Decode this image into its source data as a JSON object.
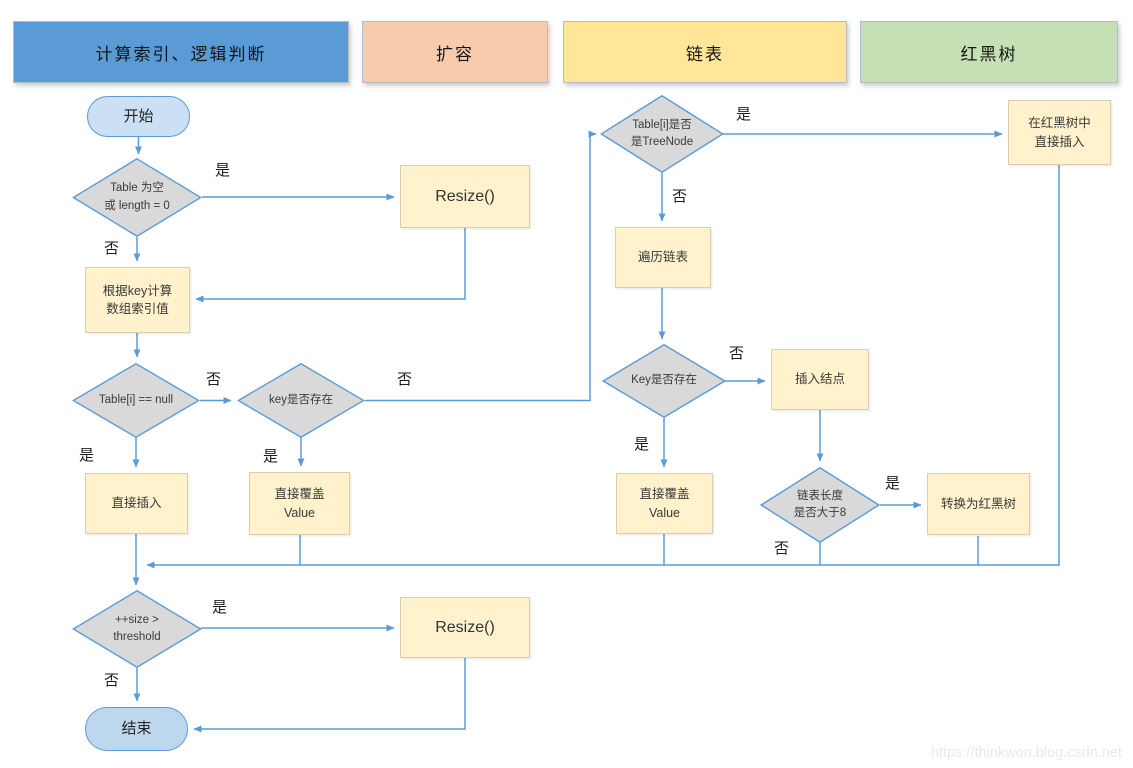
{
  "headers": [
    {
      "label": "计算索引、逻辑判断",
      "fill": "#5b9bd5"
    },
    {
      "label": "扩容",
      "fill": "#f8cbad"
    },
    {
      "label": "链表",
      "fill": "#ffe699"
    },
    {
      "label": "红黑树",
      "fill": "#c5e0b4"
    }
  ],
  "nodes": {
    "start": {
      "label": "开始"
    },
    "check_table_empty": {
      "label": "Table 为空\n或 length = 0"
    },
    "resize_top": {
      "label": "Resize()"
    },
    "calc_index": {
      "label": "根据key计算\n数组索引值"
    },
    "check_table_i_null": {
      "label": "Table[i] == null"
    },
    "check_key_exists_left": {
      "label": "key是否存在"
    },
    "direct_insert": {
      "label": "直接插入"
    },
    "overwrite_value_left": {
      "label": "直接覆盖\nValue"
    },
    "check_treenode": {
      "label": "Table[i]是否\n是TreeNode"
    },
    "rb_tree_insert": {
      "label": "在红黑树中\n直接插入"
    },
    "traverse_list": {
      "label": "遍历链表"
    },
    "check_key_exists_right": {
      "label": "Key是否存在"
    },
    "insert_node": {
      "label": "插入结点"
    },
    "overwrite_value_right": {
      "label": "直接覆盖\nValue"
    },
    "check_list_length": {
      "label": "链表长度\n是否大于8"
    },
    "convert_rb_tree": {
      "label": "转换为红黑树"
    },
    "check_size_threshold": {
      "label": "++size >\nthreshold"
    },
    "resize_bottom": {
      "label": "Resize()"
    },
    "end": {
      "label": "结束"
    }
  },
  "edge_labels": {
    "yes": "是",
    "no": "否"
  },
  "watermark": "https://thinkwon.blog.csdn.net",
  "colors": {
    "connector": "#5b9bd5",
    "decision_fill": "#d9d9d9",
    "decision_stroke": "#5b9bd5",
    "process_fill": "#fff2cc",
    "process_border": "#d8cfae",
    "terminal_start_fill": "#cbe0f4",
    "terminal_end_fill": "#bdd7ee",
    "terminal_border": "#5b9bd5"
  }
}
